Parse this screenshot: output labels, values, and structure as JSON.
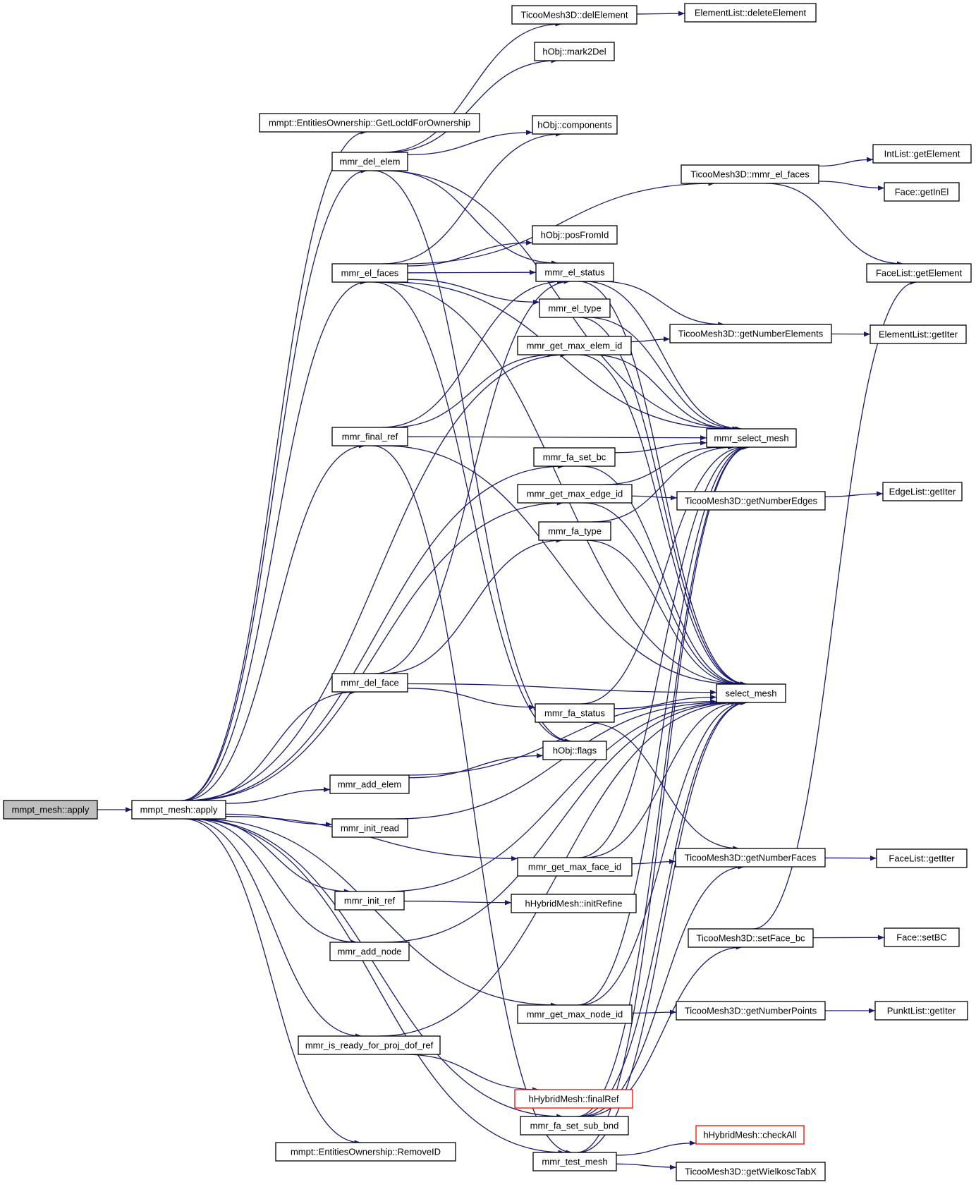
{
  "colors": {
    "edge": "#191970",
    "root_fill": "#bfbfbf",
    "red_border": "#ff0000"
  },
  "nodes": {
    "root": {
      "label": "mmpt_mesh::apply",
      "style": "root"
    },
    "apply": {
      "label": "mmpt_mesh::apply"
    },
    "getlocid": {
      "label": "mmpt::EntitiesOwnership::GetLocIdForOwnership"
    },
    "delelem": {
      "label": "mmr_del_elem"
    },
    "elfaces": {
      "label": "mmr_el_faces"
    },
    "finalref": {
      "label": "mmr_final_ref"
    },
    "delface": {
      "label": "mmr_del_face"
    },
    "addelem": {
      "label": "mmr_add_elem"
    },
    "initread": {
      "label": "mmr_init_read"
    },
    "initref": {
      "label": "mmr_init_ref"
    },
    "addnode": {
      "label": "mmr_add_node"
    },
    "isready": {
      "label": "mmr_is_ready_for_proj_dof_ref"
    },
    "removeid": {
      "label": "mmpt::EntitiesOwnership::RemoveID"
    },
    "tdelelement": {
      "label": "TicooMesh3D::delElement"
    },
    "mark2del": {
      "label": "hObj::mark2Del"
    },
    "components": {
      "label": "hObj::components"
    },
    "posfromid": {
      "label": "hObj::posFromId"
    },
    "elstatus": {
      "label": "mmr_el_status"
    },
    "eltype": {
      "label": "mmr_el_type"
    },
    "maxelem": {
      "label": "mmr_get_max_elem_id"
    },
    "fasetbc": {
      "label": "mmr_fa_set_bc"
    },
    "maxedge": {
      "label": "mmr_get_max_edge_id"
    },
    "fatype": {
      "label": "mmr_fa_type"
    },
    "fastatus": {
      "label": "mmr_fa_status"
    },
    "flags": {
      "label": "hObj::flags"
    },
    "maxface": {
      "label": "mmr_get_max_face_id"
    },
    "initrefine": {
      "label": "hHybridMesh::initRefine"
    },
    "maxnode": {
      "label": "mmr_get_max_node_id"
    },
    "finalrefh": {
      "label": "hHybridMesh::finalRef",
      "style": "red"
    },
    "fasetsub": {
      "label": "mmr_fa_set_sub_bnd"
    },
    "testmesh": {
      "label": "mmr_test_mesh"
    },
    "eldelete": {
      "label": "ElementList::deleteElement"
    },
    "tmmrelfaces": {
      "label": "TicooMesh3D::mmr_el_faces"
    },
    "tgetnumelem": {
      "label": "TicooMesh3D::getNumberElements"
    },
    "selmmr": {
      "label": "mmr_select_mesh"
    },
    "tgetnumedges": {
      "label": "TicooMesh3D::getNumberEdges"
    },
    "selmesh": {
      "label": "select_mesh"
    },
    "tgetnumfaces": {
      "label": "TicooMesh3D::getNumberFaces"
    },
    "tsetfacebc": {
      "label": "TicooMesh3D::setFace_bc"
    },
    "tgetnumpoints": {
      "label": "TicooMesh3D::getNumberPoints"
    },
    "checkall": {
      "label": "hHybridMesh::checkAll",
      "style": "red"
    },
    "wielkosc": {
      "label": "TicooMesh3D::getWielkoscTabX"
    },
    "intgetel": {
      "label": "IntList::getElement"
    },
    "facegetinel": {
      "label": "Face::getInEl"
    },
    "facelistgetel": {
      "label": "FaceList::getElement"
    },
    "elgetiter": {
      "label": "ElementList::getIter"
    },
    "edgegetiter": {
      "label": "EdgeList::getIter"
    },
    "facelistgetiter": {
      "label": "FaceList::getIter"
    },
    "facesetbc": {
      "label": "Face::setBC"
    },
    "punktgetiter": {
      "label": "PunktList::getIter"
    }
  }
}
